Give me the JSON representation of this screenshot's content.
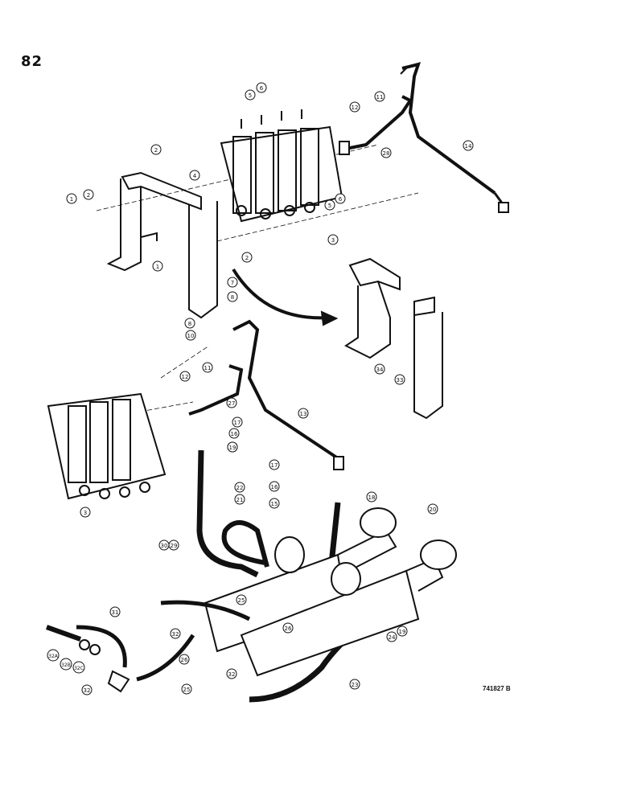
{
  "page_number": "82",
  "drawing_id": "741827 B",
  "callouts": {
    "c1a": "1",
    "c1b": "1",
    "c2a": "2",
    "c2b": "2",
    "c2c": "2",
    "c3a": "3",
    "c3b": "3",
    "c4": "4",
    "c5a": "5",
    "c5b": "5",
    "c6a": "6",
    "c6b": "6",
    "c7": "7",
    "c8a": "8",
    "c8b": "8",
    "c10": "10",
    "c11a": "11",
    "c11b": "11",
    "c12a": "12",
    "c12b": "12",
    "c13": "13",
    "c14": "14",
    "c15": "15",
    "c16a": "16",
    "c16b": "16",
    "c17a": "17",
    "c17b": "17",
    "c18a": "18",
    "c18b": "18",
    "c19a": "19",
    "c19b": "19",
    "c20": "20",
    "c21": "21",
    "c22": "22",
    "c23": "23",
    "c24": "24",
    "c25a": "25",
    "c25b": "25",
    "c26a": "26",
    "c26b": "26",
    "c27": "27",
    "c28": "28",
    "c29": "29",
    "c30": "30",
    "c31": "31",
    "c32a": "32",
    "c32b": "32",
    "c32c": "32",
    "c32A": "32A",
    "c32B": "32B",
    "c32C": "32C",
    "c33": "33",
    "c34": "34"
  }
}
